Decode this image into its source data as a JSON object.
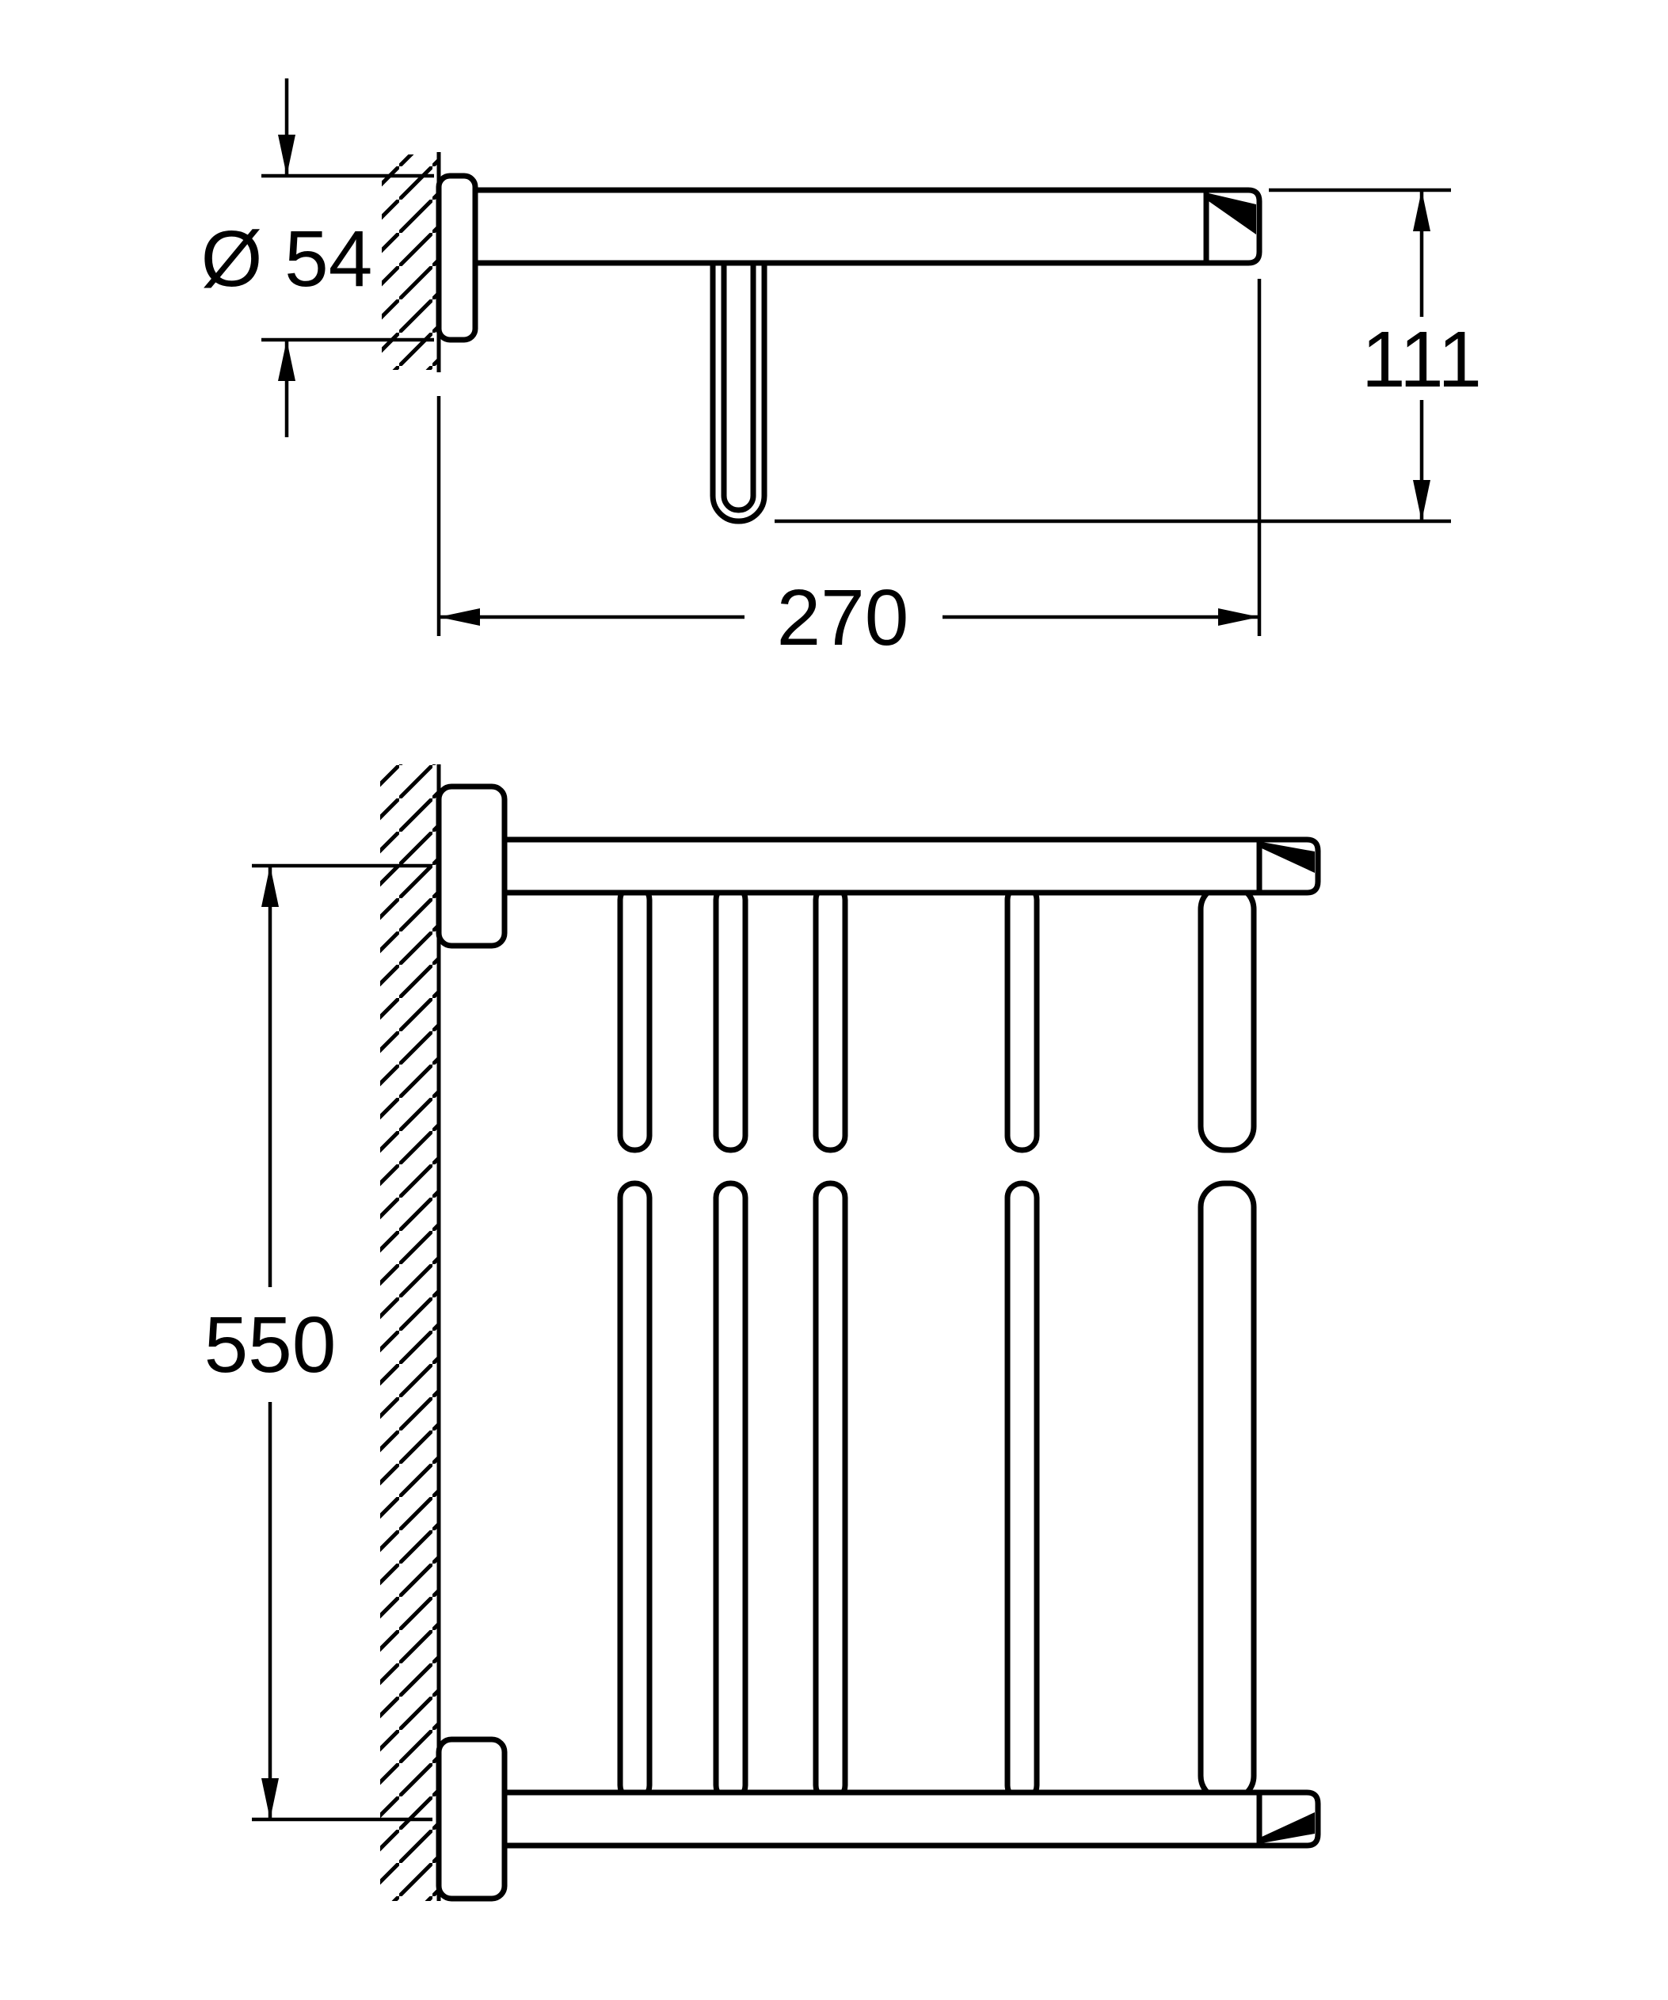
{
  "document": {
    "type": "technical-dimension-drawing",
    "background": "#ffffff",
    "line_color": "#000000",
    "unit": "mm"
  },
  "views": {
    "side_view": {
      "name": "side view of wall-mounted towel bar with hanging ring",
      "parts": [
        "wall-hatching",
        "mounting-flange",
        "towel-bar",
        "end-cap",
        "hanging-ring"
      ],
      "dimensions": {
        "flange_diameter": {
          "label": "Ø 54",
          "value": 54
        },
        "overall_height": {
          "label": "111",
          "value": 111
        },
        "wall_projection": {
          "label": "270",
          "value": 270
        }
      }
    },
    "plan_view": {
      "name": "top view of multi towel rack",
      "parts": [
        "wall-hatching",
        "mounting-flanges",
        "frame-arms",
        "front-bar",
        "towel-rails",
        "end-caps"
      ],
      "dimensions": {
        "overall_width": {
          "label": "550",
          "value": 550
        }
      }
    }
  }
}
